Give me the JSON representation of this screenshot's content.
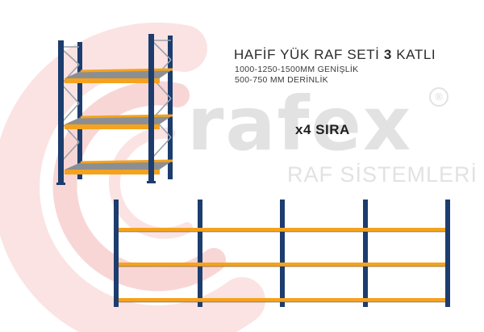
{
  "product": {
    "title_prefix": "HAFİF YÜK RAF SETİ",
    "title_number": "3",
    "title_suffix": "KATLI",
    "width_spec": "1000-1250-1500MM GENİŞLİK",
    "depth_spec": "500-750 MM DERİNLİK",
    "row_count": "x4 SIRA"
  },
  "watermark": {
    "brand": "rafex",
    "registered_mark": "®",
    "subtitle": "RAF SİSTEMLERİ"
  },
  "colors": {
    "upright_blue": "#1c3d6e",
    "beam_orange": "#f5a21d",
    "deck_gray": "#8b8f94",
    "watermark_red": "#f7c9c9",
    "watermark_gray": "#e2e2e2"
  }
}
